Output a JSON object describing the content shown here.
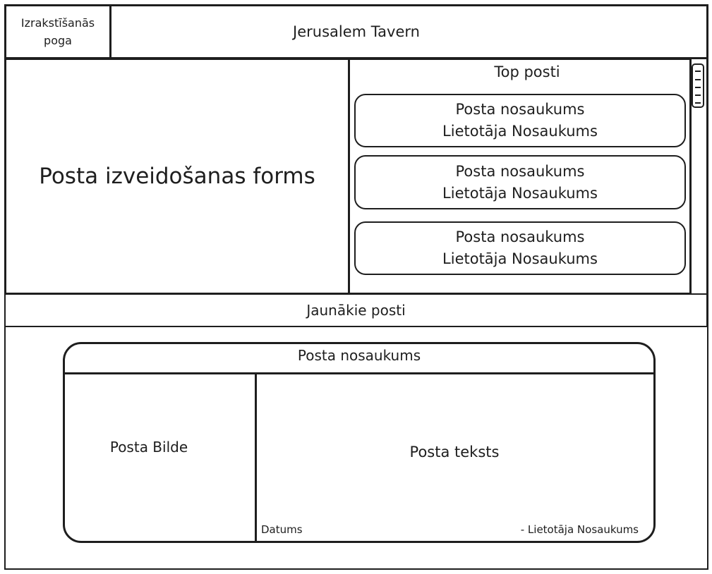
{
  "header": {
    "logout_button": "Izrakstīšanās poga",
    "logout_line1": "Izrakstīšanās",
    "logout_line2": "poga",
    "title": "Jerusalem Tavern"
  },
  "post_form": {
    "label": "Posta izveidošanas forms"
  },
  "top_posts": {
    "title": "Top posti",
    "items": [
      {
        "title": "Posta nosaukums",
        "author": "Lietotāja Nosaukums"
      },
      {
        "title": "Posta nosaukums",
        "author": "Lietotāja Nosaukums"
      },
      {
        "title": "Posta nosaukums",
        "author": "Lietotāja Nosaukums"
      }
    ]
  },
  "latest": {
    "title": "Jaunākie posti",
    "post": {
      "title": "Posta nosaukums",
      "image": "Posta Bilde",
      "text": "Posta teksts",
      "date": "Datums",
      "author": "- Lietotāja Nosaukums"
    }
  }
}
